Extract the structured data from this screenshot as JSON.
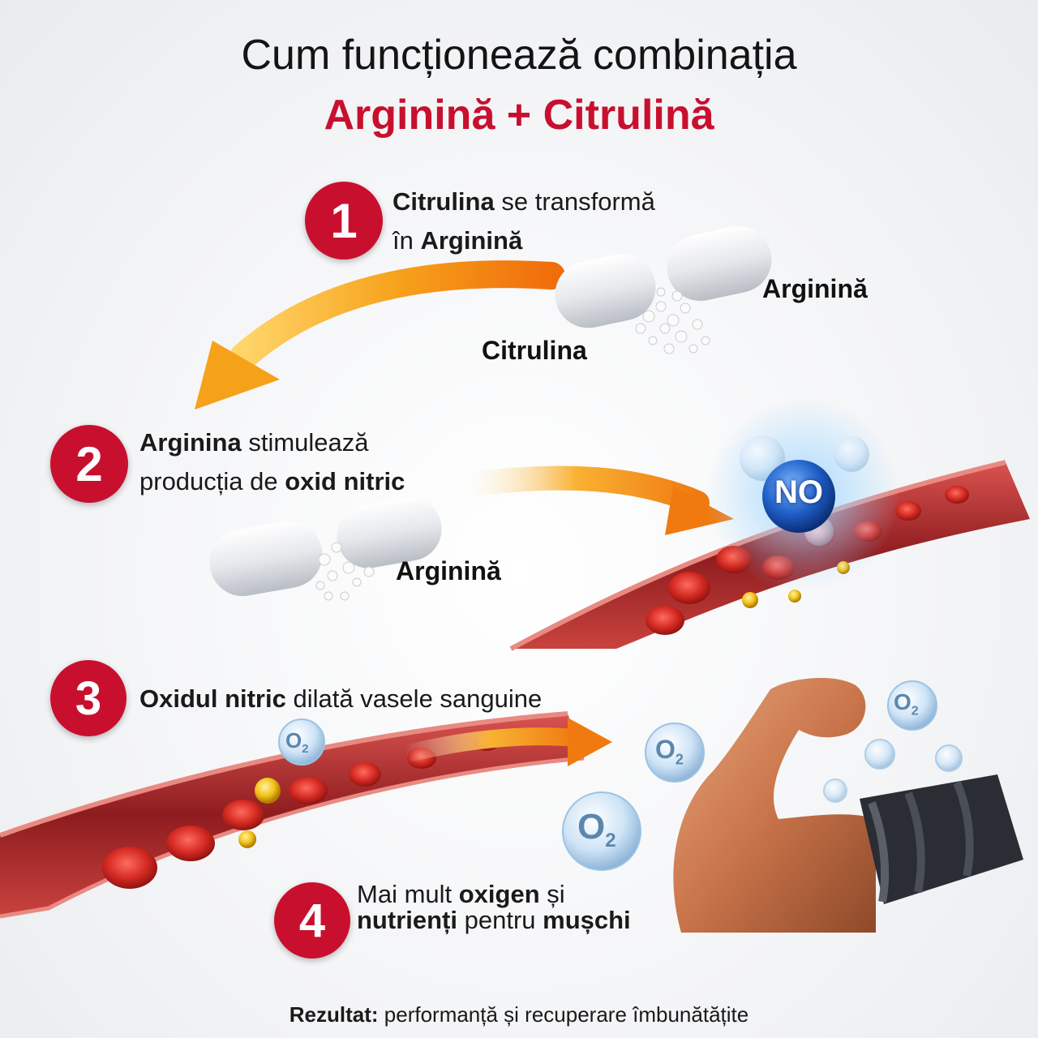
{
  "header": {
    "title": "Cum funcționează combinația",
    "subtitle": "Arginină + Citrulină"
  },
  "steps": [
    {
      "number": "1",
      "line1_bold": "Citrulina",
      "line1_rest": " se transformă",
      "line2_pre": "în ",
      "line2_bold": "Arginină"
    },
    {
      "number": "2",
      "line1_bold": "Arginina",
      "line1_rest": " stimulează",
      "line2_pre": "producția de ",
      "line2_bold": "oxid nitric"
    },
    {
      "number": "3",
      "bold": "Oxidul nitric",
      "rest": " dilată vasele sanguine"
    },
    {
      "number": "4",
      "l1_pre": "Mai mult ",
      "l1_bold": "oxigen",
      "l1_post": " și",
      "l2_bold": "nutrienți",
      "l2_mid": " pentru ",
      "l2_bold2": "mușchi"
    }
  ],
  "labels": {
    "capsule1_right": "Arginină",
    "capsule1_left": "Citrulina",
    "capsule2": "Arginină",
    "no_bubble": "NO",
    "o2": "O",
    "o2_sub": "2"
  },
  "footer": {
    "result_bold": "Rezultat:",
    "result_text": " performanță și recuperare îmbunătățite"
  },
  "colors": {
    "accent_red": "#c8102e",
    "arrow_orange": "#f39a1c",
    "vessel": "#b3262a",
    "no_blue": "#1f5fc7"
  }
}
